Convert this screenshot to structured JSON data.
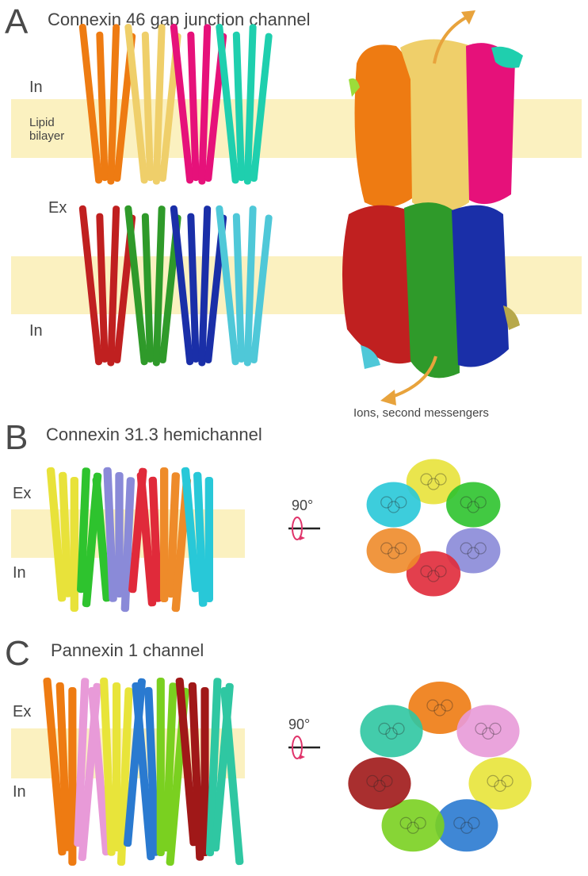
{
  "colors": {
    "membrane": "#fbf1c0",
    "arrow": "#e8a33c",
    "rotate": "#e0336a"
  },
  "panel_a": {
    "letter": "A",
    "title": "Connexin 46 gap junction channel",
    "in_top": "In",
    "lipid_bilayer": "Lipid\nbilayer",
    "ex": "Ex",
    "in_bottom": "In",
    "flux_caption": "Ions, second messengers",
    "subunit_colors": [
      "#ee7b12",
      "#efcf6a",
      "#e6117a",
      "#1fcfae",
      "#c02020",
      "#2f9a2a",
      "#1a2fa8",
      "#4fc8d8"
    ]
  },
  "panel_b": {
    "letter": "B",
    "title": "Connexin 31.3 hemichannel",
    "ex": "Ex",
    "in": "In",
    "rotation": "90°",
    "subunit_colors": [
      "#e8e23a",
      "#2ec32e",
      "#8a8ad8",
      "#e02a3a",
      "#ee8b2a",
      "#28c8d8"
    ]
  },
  "panel_c": {
    "letter": "C",
    "title": "Pannexin 1 channel",
    "ex": "Ex",
    "in": "In",
    "rotation": "90°",
    "subunit_colors": [
      "#ee7b12",
      "#e89ad8",
      "#e8e43a",
      "#2a7ad0",
      "#7ad020",
      "#a01818",
      "#2fc7a2"
    ]
  }
}
